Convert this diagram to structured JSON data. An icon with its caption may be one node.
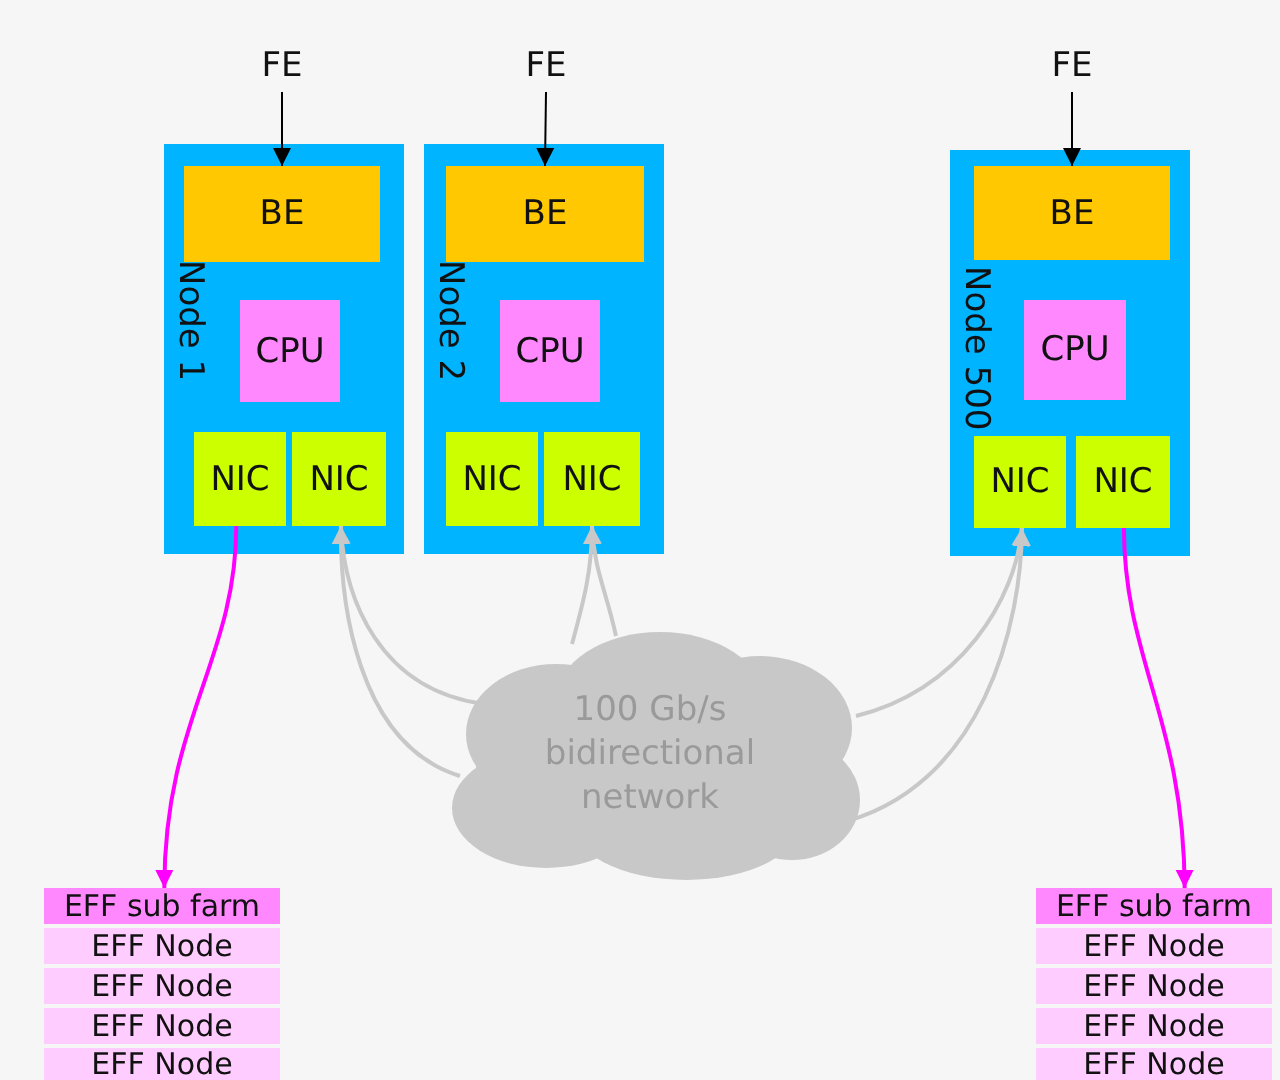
{
  "diagram": {
    "nodes": [
      {
        "text": [
          "FE"
        ]
      },
      {
        "text": [
          "Node 1"
        ]
      },
      {
        "text": [
          "BE"
        ],
        "in": 1
      },
      {
        "text": [
          "CPU"
        ],
        "in": 1
      },
      {
        "text": [
          "NIC"
        ],
        "in": 1
      },
      {
        "text": [
          "NIC"
        ],
        "in": 1
      },
      {
        "text": [
          "FE"
        ]
      },
      {
        "text": [
          "Node 2"
        ]
      },
      {
        "text": [
          "BE"
        ],
        "in": 7
      },
      {
        "text": [
          "CPU"
        ],
        "in": 7
      },
      {
        "text": [
          "NIC"
        ],
        "in": 7
      },
      {
        "text": [
          "NIC"
        ],
        "in": 7
      },
      {
        "text": [
          "FE"
        ]
      },
      {
        "text": [
          "Node 500"
        ]
      },
      {
        "text": [
          "BE"
        ],
        "in": 13
      },
      {
        "text": [
          "CPU"
        ],
        "in": 13
      },
      {
        "text": [
          "NIC"
        ],
        "in": 13
      },
      {
        "text": [
          "NIC"
        ],
        "in": 13
      },
      {
        "text": [
          "100 Gb/s bidirectional network"
        ]
      },
      {
        "text": [
          "EFF sub farm"
        ]
      },
      {
        "text": [
          "EFF Node"
        ]
      },
      {
        "text": [
          "EFF Node"
        ]
      },
      {
        "text": [
          "EFF Node"
        ]
      },
      {
        "text": [
          "EFF Node"
        ]
      },
      {
        "text": [
          "EFF sub farm"
        ]
      },
      {
        "text": [
          "EFF Node"
        ]
      },
      {
        "text": [
          "EFF Node"
        ]
      },
      {
        "text": [
          "EFF Node"
        ]
      },
      {
        "text": [
          "EFF Node"
        ]
      }
    ],
    "edges": [
      {
        "from": 0,
        "to": 2,
        "arrow": "to",
        "color": "#000000"
      },
      {
        "from": 6,
        "to": 8,
        "arrow": "to",
        "color": "#000000"
      },
      {
        "from": 12,
        "to": 14,
        "arrow": "to",
        "color": "#000000"
      },
      {
        "from": 18,
        "to": 5,
        "arrow": "to"
      },
      {
        "from": 18,
        "to": 5,
        "arrow": "to"
      },
      {
        "from": 18,
        "to": 11,
        "arrow": "to"
      },
      {
        "from": 18,
        "to": 11,
        "arrow": "to"
      },
      {
        "from": 18,
        "to": 16,
        "arrow": "to"
      },
      {
        "from": 18,
        "to": 16,
        "arrow": "to"
      },
      {
        "from": 4,
        "to": 19,
        "arrow": "to",
        "color": "#ff00ff"
      },
      {
        "from": 17,
        "to": 24,
        "arrow": "to",
        "color": "#ff00ff"
      }
    ]
  }
}
